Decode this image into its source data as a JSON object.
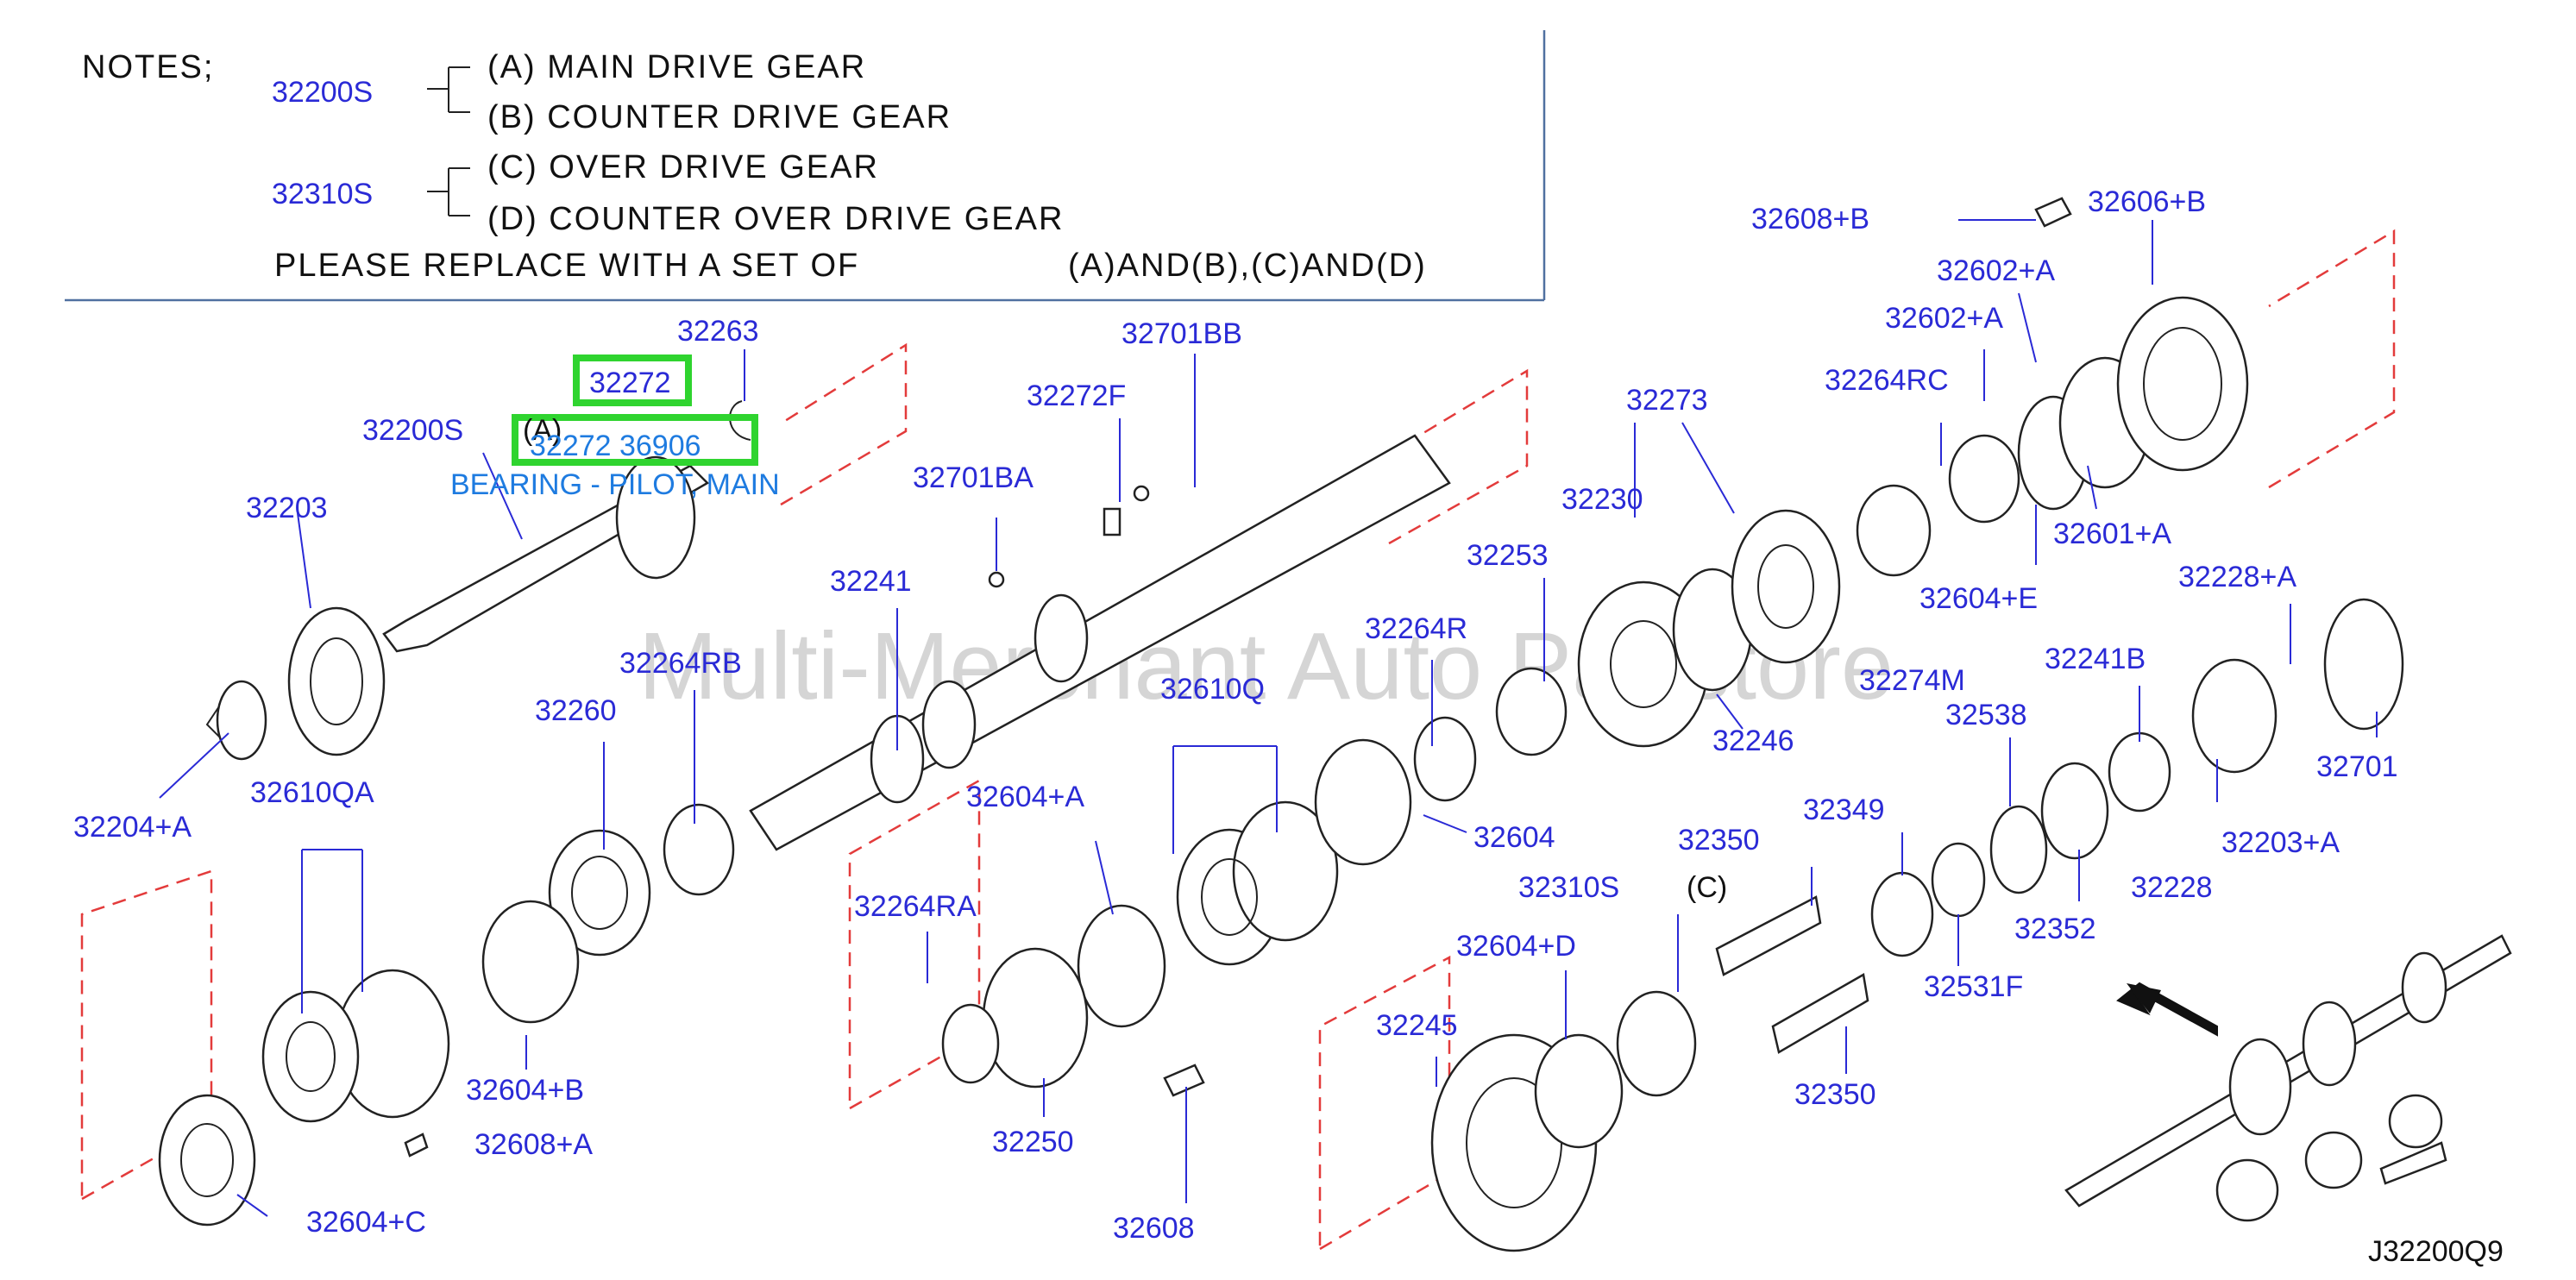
{
  "notes": {
    "heading": "NOTES;",
    "group1_code": "32200S",
    "group1_a": "(A)  MAIN  DRIVE  GEAR",
    "group1_b": "(B)  COUNTER  DRIVE  GEAR",
    "group2_code": "32310S",
    "group2_c": "(C)  OVER  DRIVE  GEAR",
    "group2_d": "(D)  COUNTER  OVER  DRIVE  GEAR",
    "replace_text": "PLEASE  REPLACE  WITH  A  SET  OF",
    "replace_sets": "(A)AND(B),(C)AND(D)"
  },
  "highlight": {
    "part": "32272",
    "tooltip_part": "32272 36906",
    "tooltip_ref": "(A)",
    "tooltip_desc": "BEARING - PILOT, MAIN"
  },
  "watermark": "Multi-Merchant Auto Partstore",
  "diagram_code": "J32200Q9",
  "refs": {
    "c": "(C)"
  },
  "parts": {
    "p32263": "32263",
    "p32200S": "32200S",
    "p32203": "32203",
    "p32204A": "32204+A",
    "p32610QA": "32610QA",
    "p32604C": "32604+C",
    "p32608A": "32608+A",
    "p32604B": "32604+B",
    "p32260": "32260",
    "p32264RB": "32264RB",
    "p32241": "32241",
    "p32701BA": "32701BA",
    "p32272F": "32272F",
    "p32701BB": "32701BB",
    "p32610Q": "32610Q",
    "p32604A": "32604+A",
    "p32264RA": "32264RA",
    "p32250": "32250",
    "p32608": "32608",
    "p32264R": "32264R",
    "p32253": "32253",
    "p32604": "32604",
    "p32230": "32230",
    "p32273": "32273",
    "p32246": "32246",
    "p32274M": "32274M",
    "p32264RC": "32264RC",
    "p32602A1": "32602+A",
    "p32602A2": "32602+A",
    "p32608B": "32608+B",
    "p32606B": "32606+B",
    "p32601A": "32601+A",
    "p32604E": "32604+E",
    "p32228A": "32228+A",
    "p32241B": "32241B",
    "p32538": "32538",
    "p32701": "32701",
    "p32203A": "32203+A",
    "p32228": "32228",
    "p32352": "32352",
    "p32531F": "32531F",
    "p32349": "32349",
    "p32350a": "32350",
    "p32350b": "32350",
    "p32310S": "32310S",
    "p32604D": "32604+D",
    "p32245": "32245"
  }
}
